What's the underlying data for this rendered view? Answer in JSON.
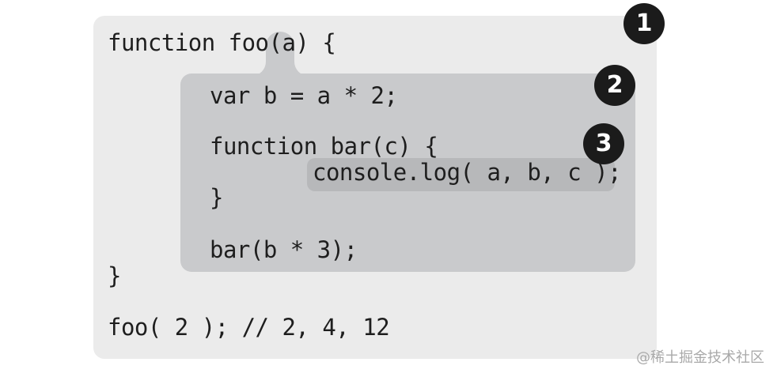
{
  "code": {
    "line1": "function foo(a) {",
    "line2": "var b = a * 2;",
    "line3": "function bar(c) {",
    "line4": "console.log( a, b, c );",
    "line5": "}",
    "line6": "bar(b * 3);",
    "line7": "}",
    "line8": "foo( 2 ); // 2, 4, 12"
  },
  "badges": {
    "one": "1",
    "two": "2",
    "three": "3"
  },
  "watermark": "@稀土掘金技术社区",
  "colors": {
    "scope1": "#ebebeb",
    "scope2": "#c9cacc",
    "scope3": "#b7b8ba",
    "badge": "#1b1b1b"
  }
}
